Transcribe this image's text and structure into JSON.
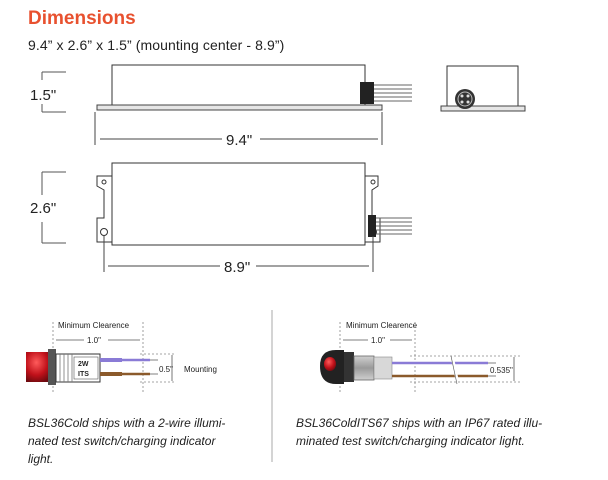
{
  "heading": {
    "title": "Dimensions",
    "subtitle": "9.4” x 2.6” x 1.5”  (mounting center - 8.9”)"
  },
  "top_view": {
    "height_label": "1.5\"",
    "length_label": "9.4\""
  },
  "plan_view": {
    "width_label": "2.6\"",
    "mounting_label": "8.9\""
  },
  "switch_left": {
    "clearance_title": "Minimum Clearence",
    "clearance_value": "1.0\"",
    "switch_text_1": "2W",
    "switch_text_2": "ITS",
    "height_value": "0.5\"",
    "side_label": "Mounting",
    "caption_1": "BSL36Cold ships with a 2-wire illumi-",
    "caption_2": "nated test switch/charging indicator",
    "caption_3": "light."
  },
  "switch_right": {
    "clearance_title": "Minimum Clearence",
    "clearance_value": "1.0\"",
    "height_value": "0.535\"",
    "caption_1": "BSL36ColdITS67 ships with an IP67 rated illu-",
    "caption_2": "minated test switch/charging indicator light."
  },
  "colors": {
    "title": "#e8512f",
    "indicator_red": "#c0111a",
    "wire_purple": "#8a7bd6",
    "wire_brown": "#8b5a2b"
  }
}
